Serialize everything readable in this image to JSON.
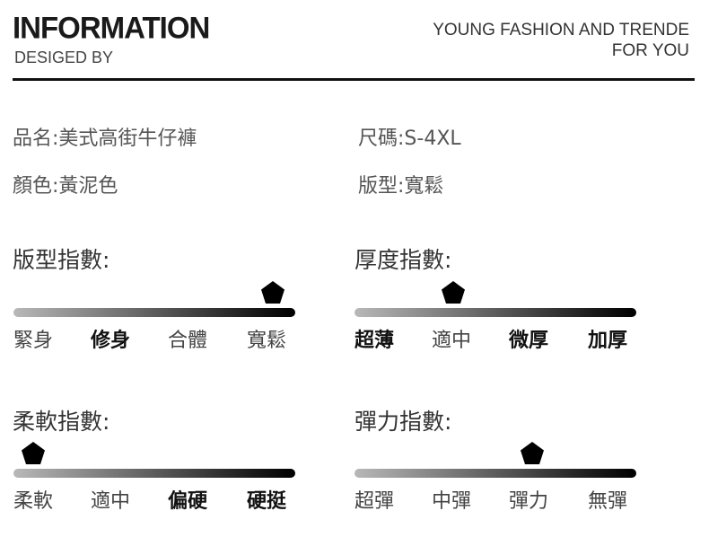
{
  "header": {
    "title": "INFORMATION",
    "subtitle": "DESIGED BY",
    "tagline_line1": "YOUNG FASHION AND TRENDE",
    "tagline_line2": "FOR YOU"
  },
  "info": {
    "name": "品名:美式高街牛仔褲",
    "size": "尺碼:S-4XL",
    "color": "顏色:黃泥色",
    "fit": "版型:寬鬆"
  },
  "scales": [
    {
      "title": "版型指數:",
      "labels": [
        "緊身",
        "修身",
        "合體",
        "寬鬆"
      ],
      "bold": [
        false,
        true,
        false,
        false
      ],
      "level": 0.92
    },
    {
      "title": "厚度指數:",
      "labels": [
        "超薄",
        "適中",
        "微厚",
        "加厚"
      ],
      "bold": [
        true,
        false,
        true,
        true
      ],
      "level": 0.35
    },
    {
      "title": "柔軟指數:",
      "labels": [
        "柔軟",
        "適中",
        "偏硬",
        "硬挺"
      ],
      "bold": [
        false,
        false,
        true,
        true
      ],
      "level": 0.07
    },
    {
      "title": "彈力指數:",
      "labels": [
        "超彈",
        "中彈",
        "彈力",
        "無彈"
      ],
      "bold": [
        false,
        false,
        false,
        false
      ],
      "level": 0.63
    }
  ]
}
